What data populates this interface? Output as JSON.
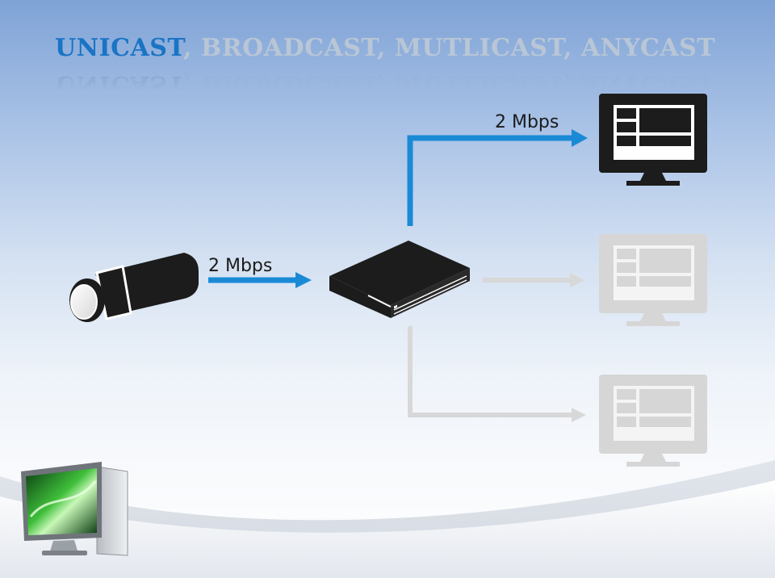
{
  "slide": {
    "title_highlight": "UNICAST",
    "title_rest": ", BROADCAST, MUTLICAST, ANYCAST"
  },
  "diagram": {
    "input_rate": "2 Mbps",
    "output_rate": "2 Mbps"
  },
  "colors": {
    "active": "#1a8ad6",
    "inactive": "#d6d6d6",
    "title_accent": "#1a74c4",
    "device": "#1c1c1c"
  },
  "icons": [
    "camera-icon",
    "network-switch-icon",
    "monitor-icon",
    "computer-logo-icon"
  ]
}
